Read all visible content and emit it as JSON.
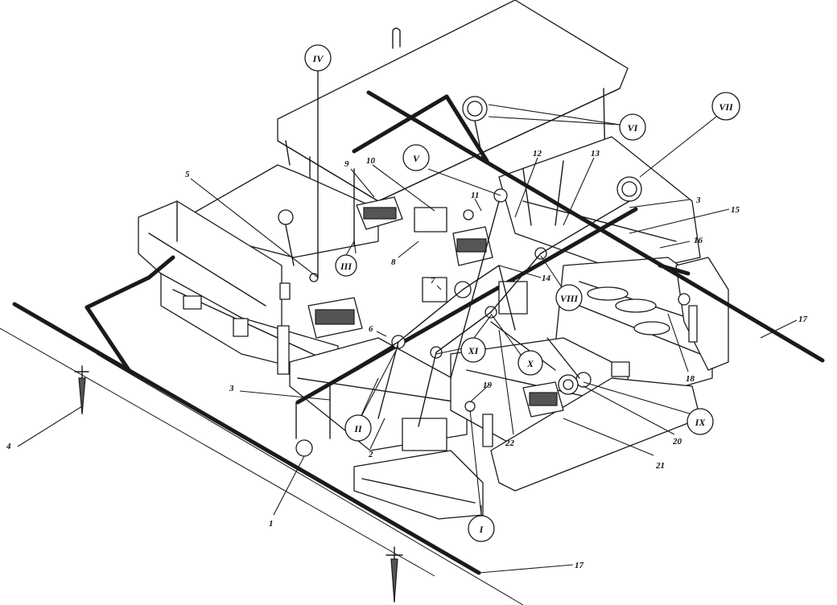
{
  "labels": {
    "n1": "1",
    "n2": "2",
    "n3a": "3",
    "n3b": "3",
    "n4": "4",
    "n5": "5",
    "n6": "6",
    "n7": "7",
    "n8": "8",
    "n9": "9",
    "n10": "10",
    "n11": "11",
    "n12": "12",
    "n13": "13",
    "n14": "14",
    "n15": "15",
    "n16": "16",
    "n17a": "17",
    "n17b": "17",
    "n18": "18",
    "n19": "19",
    "n20": "20",
    "n21": "21",
    "n22": "22"
  },
  "roman": {
    "I": "I",
    "II": "II",
    "III": "III",
    "IV": "IV",
    "V": "V",
    "VI": "VI",
    "VII": "VII",
    "VIII": "VIII",
    "IX": "IX",
    "X": "X",
    "XI": "XI"
  }
}
